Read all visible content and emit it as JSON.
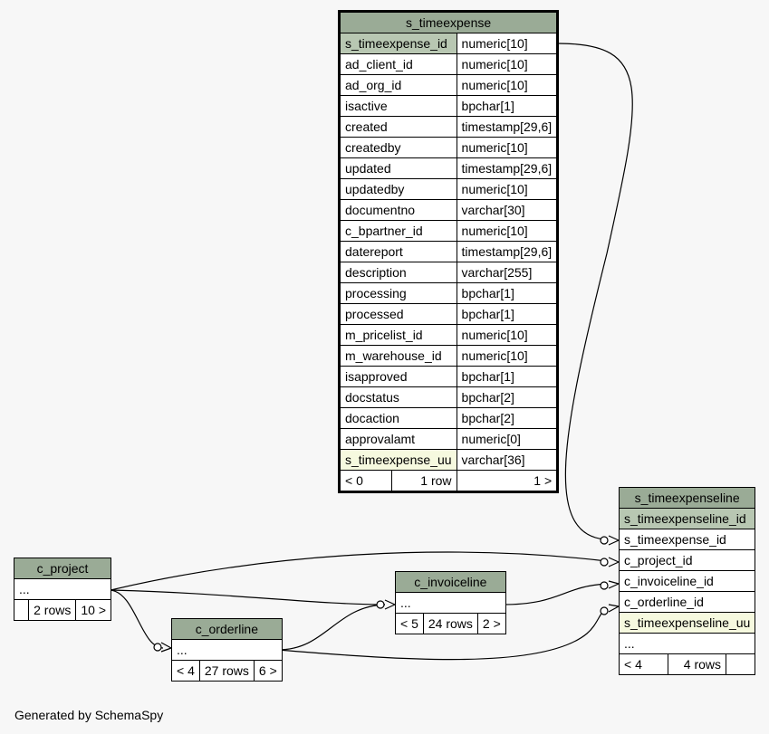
{
  "footer": "Generated by SchemaSpy",
  "s_timeexpense": {
    "title": "s_timeexpense",
    "columns": [
      {
        "name": "s_timeexpense_id",
        "type": "numeric[10]"
      },
      {
        "name": "ad_client_id",
        "type": "numeric[10]"
      },
      {
        "name": "ad_org_id",
        "type": "numeric[10]"
      },
      {
        "name": "isactive",
        "type": "bpchar[1]"
      },
      {
        "name": "created",
        "type": "timestamp[29,6]"
      },
      {
        "name": "createdby",
        "type": "numeric[10]"
      },
      {
        "name": "updated",
        "type": "timestamp[29,6]"
      },
      {
        "name": "updatedby",
        "type": "numeric[10]"
      },
      {
        "name": "documentno",
        "type": "varchar[30]"
      },
      {
        "name": "c_bpartner_id",
        "type": "numeric[10]"
      },
      {
        "name": "datereport",
        "type": "timestamp[29,6]"
      },
      {
        "name": "description",
        "type": "varchar[255]"
      },
      {
        "name": "processing",
        "type": "bpchar[1]"
      },
      {
        "name": "processed",
        "type": "bpchar[1]"
      },
      {
        "name": "m_pricelist_id",
        "type": "numeric[10]"
      },
      {
        "name": "m_warehouse_id",
        "type": "numeric[10]"
      },
      {
        "name": "isapproved",
        "type": "bpchar[1]"
      },
      {
        "name": "docstatus",
        "type": "bpchar[2]"
      },
      {
        "name": "docaction",
        "type": "bpchar[2]"
      },
      {
        "name": "approvalamt",
        "type": "numeric[0]"
      },
      {
        "name": "s_timeexpense_uu",
        "type": "varchar[36]"
      }
    ],
    "footer": {
      "parents": "< 0",
      "rows": "1 row",
      "children": "1 >"
    }
  },
  "s_timeexpenseline": {
    "title": "s_timeexpenseline",
    "columns": [
      "s_timeexpenseline_id",
      "s_timeexpense_id",
      "c_project_id",
      "c_invoiceline_id",
      "c_orderline_id",
      "s_timeexpenseline_uu",
      "..."
    ],
    "footer": {
      "parents": "< 4",
      "rows": "4 rows",
      "children": ""
    }
  },
  "c_project": {
    "title": "c_project",
    "ellipsis": "...",
    "footer": {
      "parents": "",
      "rows": "2 rows",
      "children": "10 >"
    }
  },
  "c_invoiceline": {
    "title": "c_invoiceline",
    "ellipsis": "...",
    "footer": {
      "parents": "< 5",
      "rows": "24 rows",
      "children": "2 >"
    }
  },
  "c_orderline": {
    "title": "c_orderline",
    "ellipsis": "...",
    "footer": {
      "parents": "< 4",
      "rows": "27 rows",
      "children": "6 >"
    }
  }
}
